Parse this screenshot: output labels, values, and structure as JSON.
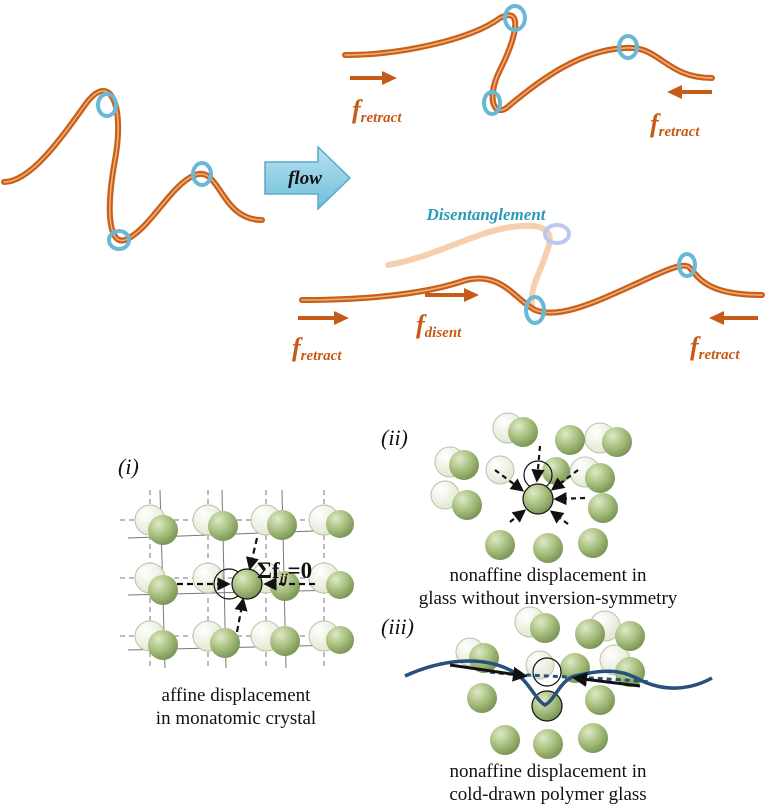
{
  "top_panel": {
    "flow_label": "flow",
    "force_retract": {
      "base": "f",
      "sub": "retract"
    },
    "force_disent": {
      "base": "f",
      "sub": "disent"
    },
    "disentanglement_label": "Disentanglement"
  },
  "bottom_panel": {
    "panel_i": {
      "label": "(i)",
      "equation_sym": "Σf",
      "equation_sub": "ij",
      "equation_rhs": "=0",
      "caption_line1": "affine displacement",
      "caption_line2": "in monatomic crystal"
    },
    "panel_ii": {
      "label": "(ii)",
      "caption_line1": "nonaffine displacement in",
      "caption_line2": "glass without inversion-symmetry"
    },
    "panel_iii": {
      "label": "(iii)",
      "caption_line1": "nonaffine displacement in",
      "caption_line2": "cold-drawn polymer glass"
    }
  },
  "colors": {
    "chain": "#c8601c",
    "chain_light": "#f2b07a",
    "ring": "#69b8d6",
    "arrow_force": "#c85a17",
    "flow_arrow": "#7cc6e0",
    "disent_text": "#2a9ab6",
    "particle": "#9fb87a",
    "particle_light": "#e6ecd8",
    "polymer_chain": "#27507a"
  }
}
